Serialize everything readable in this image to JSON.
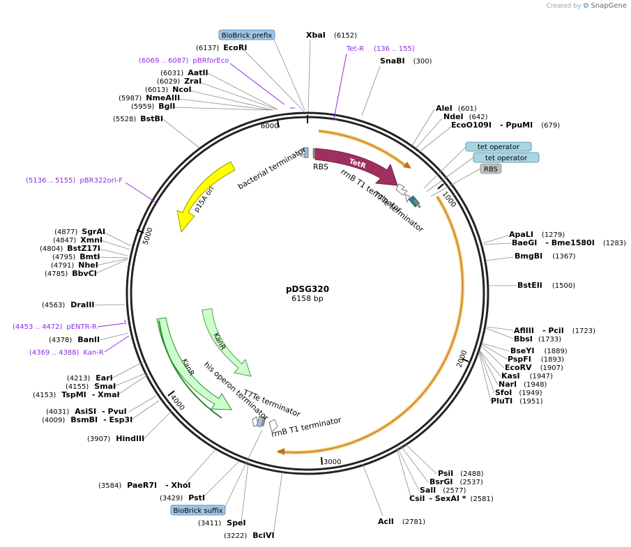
{
  "brand": {
    "prefix": "Created by",
    "name": "SnapGene"
  },
  "plasmid": {
    "name": "pDSG320",
    "size_label": "6158 bp",
    "length": 6158
  },
  "ticks": [
    "1000",
    "2000",
    "3000",
    "4000",
    "5000",
    "6000"
  ],
  "features": [
    {
      "name": "TetR",
      "label": "TetR"
    },
    {
      "name": "p15A ori",
      "label": "p15A ori"
    },
    {
      "name": "KanR",
      "label": "KanR"
    },
    {
      "name": "KanR",
      "label": "KanR"
    },
    {
      "name": "RBS",
      "label": "RBS"
    },
    {
      "name": "bacterial terminator",
      "label": "bacterial terminator"
    },
    {
      "name": "rrnB T1 terminator",
      "label": "rrnB T1 terminator"
    },
    {
      "name": "T7Te terminator",
      "label": "T7Te terminator"
    },
    {
      "name": "his operon terminator",
      "label": "his operon terminator"
    },
    {
      "name": "T7Te terminator",
      "label": "T7Te terminator"
    },
    {
      "name": "rrnB T1 terminator",
      "label": "rrnB T1 terminator"
    }
  ],
  "tags": [
    "BioBrick prefix",
    "tet operator",
    "tet operator",
    "RBS",
    "BioBrick suffix"
  ],
  "sites": [
    {
      "name": "XbaI",
      "pos": "(6152)"
    },
    {
      "name": "SnaBI",
      "pos": "(300)"
    },
    {
      "name": "EcoRI",
      "pos": "(6137)"
    },
    {
      "name": "AatII",
      "pos": "(6031)"
    },
    {
      "name": "ZraI",
      "pos": "(6029)"
    },
    {
      "name": "NcoI",
      "pos": "(6013)"
    },
    {
      "name": "NmeAIII",
      "pos": "(5987)"
    },
    {
      "name": "BglI",
      "pos": "(5959)"
    },
    {
      "name": "BstBI",
      "pos": "(5528)"
    },
    {
      "name": "AleI",
      "pos": "(601)"
    },
    {
      "name": "NdeI",
      "pos": "(642)"
    },
    {
      "name": "EcoO109I",
      "pos": ""
    },
    {
      "name": "- PpuMI",
      "pos": "(679)"
    },
    {
      "name": "ApaLI",
      "pos": "(1279)"
    },
    {
      "name": "BaeGI",
      "pos": ""
    },
    {
      "name": "- Bme1580I",
      "pos": "(1283)"
    },
    {
      "name": "BmgBI",
      "pos": "(1367)"
    },
    {
      "name": "BstEII",
      "pos": "(1500)"
    },
    {
      "name": "AflIII",
      "pos": ""
    },
    {
      "name": "- PciI",
      "pos": "(1723)"
    },
    {
      "name": "BbsI",
      "pos": "(1733)"
    },
    {
      "name": "BseYI",
      "pos": "(1889)"
    },
    {
      "name": "PspFI",
      "pos": "(1893)"
    },
    {
      "name": "EcoRV",
      "pos": "(1907)"
    },
    {
      "name": "KasI",
      "pos": "(1947)"
    },
    {
      "name": "NarI",
      "pos": "(1948)"
    },
    {
      "name": "SfoI",
      "pos": "(1949)"
    },
    {
      "name": "PluTI",
      "pos": "(1951)"
    },
    {
      "name": "PsiI",
      "pos": "(2488)"
    },
    {
      "name": "BsrGI",
      "pos": "(2537)"
    },
    {
      "name": "SalI",
      "pos": "(2577)"
    },
    {
      "name": "CsiI",
      "pos": ""
    },
    {
      "name": "- SexAI *",
      "pos": "(2581)"
    },
    {
      "name": "AclI",
      "pos": "(2781)"
    },
    {
      "name": "SgrAI",
      "pos": "(4877)"
    },
    {
      "name": "XmnI",
      "pos": "(4847)"
    },
    {
      "name": "BstZ17I",
      "pos": "(4804)"
    },
    {
      "name": "BmtI",
      "pos": "(4795)"
    },
    {
      "name": "NheI",
      "pos": "(4791)"
    },
    {
      "name": "BbvCI",
      "pos": "(4785)"
    },
    {
      "name": "DraIII",
      "pos": "(4563)"
    },
    {
      "name": "BanII",
      "pos": "(4378)"
    },
    {
      "name": "EarI",
      "pos": "(4213)"
    },
    {
      "name": "SmaI",
      "pos": "(4155)"
    },
    {
      "name": "TspMI",
      "pos": "(4153)"
    },
    {
      "name": "- XmaI",
      "pos": ""
    },
    {
      "name": "AsiSI",
      "pos": "(4031)"
    },
    {
      "name": "- PvuI",
      "pos": ""
    },
    {
      "name": "BsmBI",
      "pos": "(4009)"
    },
    {
      "name": "- Esp3I",
      "pos": ""
    },
    {
      "name": "HindIII",
      "pos": "(3907)"
    },
    {
      "name": "PaeR7I",
      "pos": "(3584)"
    },
    {
      "name": "- XhoI",
      "pos": ""
    },
    {
      "name": "PstI",
      "pos": "(3429)"
    },
    {
      "name": "SpeI",
      "pos": "(3411)"
    },
    {
      "name": "BciVI",
      "pos": "(3222)"
    }
  ],
  "primers": [
    {
      "name": "Tet-R",
      "range": "(136 .. 155)"
    },
    {
      "name": "pBRforEco",
      "range": "(6069 .. 6087)"
    },
    {
      "name": "pBR322ori-F",
      "range": "(5136 .. 5155)"
    },
    {
      "name": "pENTR-R",
      "range": "(4453 .. 4472)"
    },
    {
      "name": "Kan-R",
      "range": "(4369 .. 4388)"
    }
  ],
  "colors": {
    "backbone": "#222222",
    "tetr": "#a0305f",
    "ori": "#ffff00",
    "kanr": "#ccffcc",
    "orf_highlight": "#f5c36b",
    "orf_arrow": "#b8731e",
    "primer": "#8a2be2",
    "tag_blue": "#9fc5e8",
    "tag_teal": "#a8d5e2",
    "tag_gray": "#bfbfbf",
    "operator": "#2e7d8c"
  }
}
